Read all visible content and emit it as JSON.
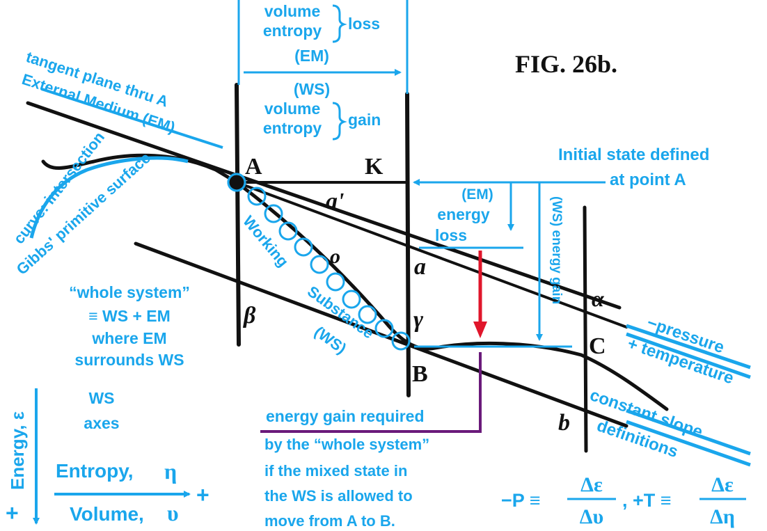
{
  "colors": {
    "accent": "#1aa6ec",
    "ink": "#111111",
    "arrow_red": "#e0162b",
    "rule_purple": "#6a1a7a"
  },
  "figure_title": "FIG. 26b.",
  "top_bracket": {
    "loss_line1": "volume",
    "loss_line2": "entropy",
    "loss_word": "loss",
    "em": "(EM)",
    "ws": "(WS)",
    "gain_line1": "volume",
    "gain_line2": "entropy",
    "gain_word": "gain"
  },
  "left_labels": {
    "tangent": "tangent plane thru A",
    "external": "External Medium (EM)",
    "curve": "curve: intersection",
    "gibbs": "Gibbs' primitive surface"
  },
  "point_labels": {
    "A": "A",
    "K": "K",
    "a_prime": "a'",
    "o": "o",
    "a": "a",
    "beta": "β",
    "gamma": "γ",
    "alpha": "α",
    "B": "B",
    "C": "C",
    "b": "b"
  },
  "working": {
    "line1": "Working",
    "line2": "Substance",
    "line3": "(WS)"
  },
  "initial_state": {
    "line1": "Initial state defined",
    "line2": "at point A"
  },
  "em_energy": {
    "line1": "(EM)",
    "line2": "energy",
    "line3": "loss"
  },
  "ws_energy": "(WS) energy gain",
  "whole_system": {
    "line1": "“whole system”",
    "line2": "≡ WS + EM",
    "line3": "where EM",
    "line4": "surrounds WS"
  },
  "slopes": {
    "pressure": "−pressure",
    "temperature": "+ temperature",
    "constant": "constant slope",
    "definitions": "definitions"
  },
  "energy_required": {
    "line1": "energy gain required",
    "line2": "by the “whole system”",
    "line3": "if the mixed state in",
    "line4": "the WS is allowed to",
    "line5": "move from A to B."
  },
  "axes": {
    "ws": "WS",
    "axes_word": "axes",
    "energy": "Energy, ε",
    "entropy": "Entropy,",
    "eta": "η",
    "volume": "Volume,",
    "upsilon": "υ",
    "plus": "+"
  },
  "formula": {
    "neg_p": "−P ≡",
    "pos_t": ", +T ≡",
    "delta_e": "Δε",
    "delta_u": "Δυ",
    "delta_e2": "Δε",
    "delta_h": "Δη"
  }
}
